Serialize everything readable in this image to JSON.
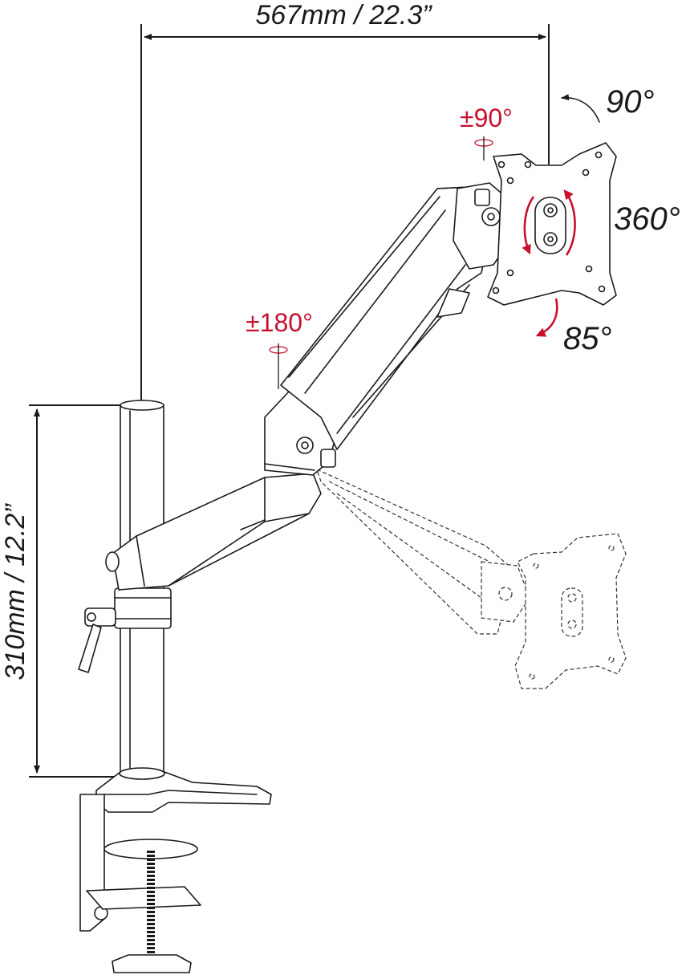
{
  "dimensions": {
    "width_label": "567mm / 22.3”",
    "height_label": "310mm / 12.2”"
  },
  "rotations": {
    "arm_swivel": "±180°",
    "head_swivel": "±90°",
    "tilt_up": "90°",
    "rotation": "360°",
    "tilt_down": "85°"
  },
  "colors": {
    "line": "#1a1a1a",
    "accent": "#c8102e"
  }
}
